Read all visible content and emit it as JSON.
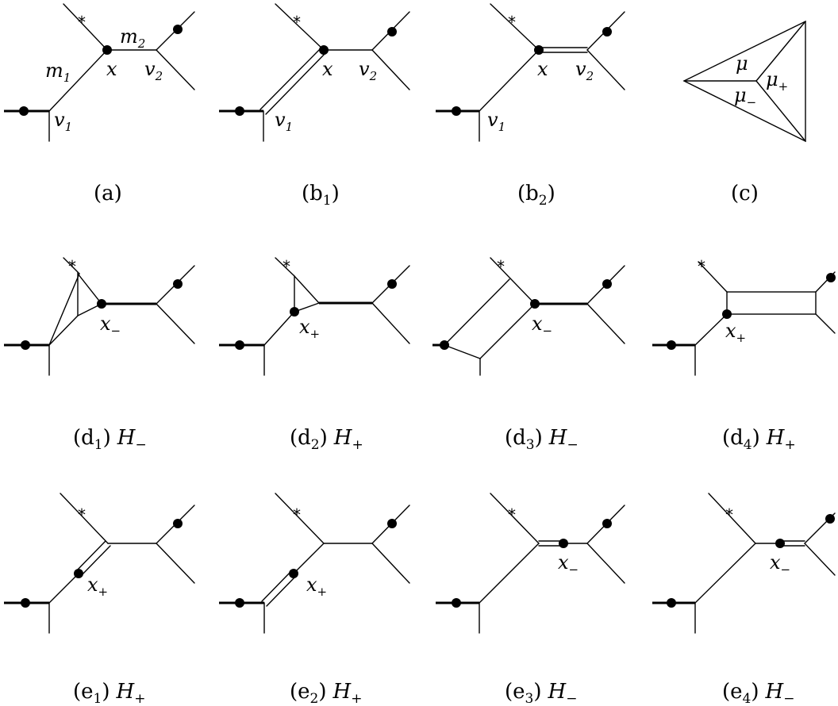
{
  "labels": {
    "m": "m",
    "x": "x",
    "v": "v",
    "mu": "μ",
    "H": "H",
    "sub1": "1",
    "sub2": "2",
    "plus": "+",
    "minus": "−",
    "star": "*"
  },
  "captions": {
    "a": "(a)",
    "b1_main": "(b",
    "b1_sub": "1",
    "b2_main": "(b",
    "b2_sub": "2",
    "c": "(c)",
    "d1": {
      "pre": "(d",
      "sub": "1",
      "post": ")",
      "H": "H",
      "Hsub": "−"
    },
    "d2": {
      "pre": "(d",
      "sub": "2",
      "post": ")",
      "H": "H",
      "Hsub": "+"
    },
    "d3": {
      "pre": "(d",
      "sub": "3",
      "post": ")",
      "H": "H",
      "Hsub": "−"
    },
    "d4": {
      "pre": "(d",
      "sub": "4",
      "post": ")",
      "H": "H",
      "Hsub": "+"
    },
    "e1": {
      "pre": "(e",
      "sub": "1",
      "post": ")",
      "H": "H",
      "Hsub": "+"
    },
    "e2": {
      "pre": "(e",
      "sub": "2",
      "post": ")",
      "H": "H",
      "Hsub": "+"
    },
    "e3": {
      "pre": "(e",
      "sub": "3",
      "post": ")",
      "H": "H",
      "Hsub": "−"
    },
    "e4": {
      "pre": "(e",
      "sub": "4",
      "post": ")",
      "H": "H",
      "Hsub": "−"
    },
    "close": ")"
  }
}
